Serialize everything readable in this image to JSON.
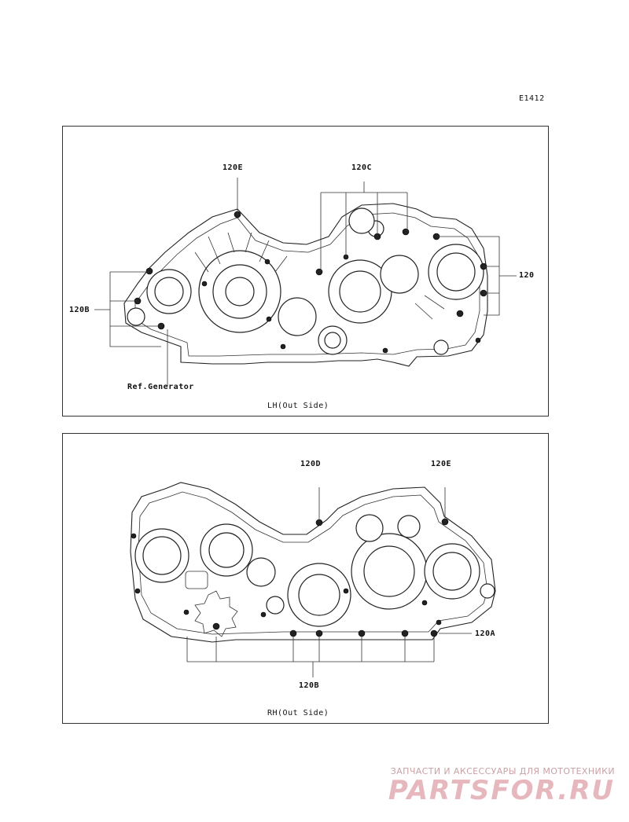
{
  "diagram_code": "E1412",
  "panels": {
    "lh": {
      "caption": "LH(Out Side)",
      "labels": {
        "l120e": "120E",
        "l120c": "120C",
        "l120": "120",
        "l120b": "120B",
        "ref": "Ref.Generator"
      }
    },
    "rh": {
      "caption": "RH(Out Side)",
      "labels": {
        "l120d": "120D",
        "l120e": "120E",
        "l120a": "120A",
        "l120b": "120B"
      }
    }
  },
  "watermark": {
    "tagline": "ЗАПЧАСТИ И АКСЕССУАРЫ ДЛЯ МОТОТЕХНИКИ",
    "brand": "PARTSFOR.RU"
  }
}
